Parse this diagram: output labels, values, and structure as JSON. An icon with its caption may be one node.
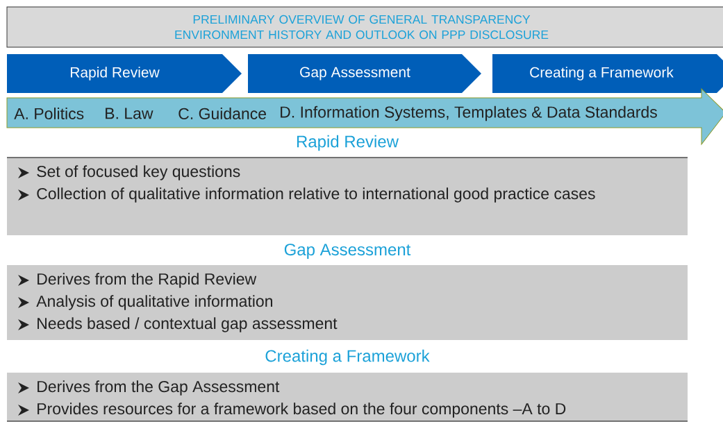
{
  "diagram": {
    "nodes": [
      {
        "text": [
          "PRELIMINARY OVERVIEW OF GENERAL TRANSPARENCY ENVIRONMENT HISTORY AND OUTLOOK ON PPP DISCLOSURE"
        ]
      },
      {
        "text": [
          "Rapid Review"
        ]
      },
      {
        "text": [
          "Gap Assessment"
        ]
      },
      {
        "text": [
          "Creating a Framework"
        ]
      },
      {
        "text": [
          "A. Politics",
          "B. Law",
          "C. Guidance",
          "D. Information Systems, Templates & Data Standards"
        ]
      },
      {
        "text": [
          "Rapid Review",
          "Set of focused key questions",
          "Collection of qualitative information relative to international good practice cases"
        ]
      },
      {
        "text": [
          "Gap Assessment",
          "Derives from the Rapid Review",
          "Analysis of qualitative information",
          "Needs based / contextual gap assessment"
        ]
      },
      {
        "text": [
          "Creating a Framework",
          "Derives from the Gap Assessment",
          "Provides resources for a framework based on the four components –A to D"
        ]
      }
    ]
  }
}
